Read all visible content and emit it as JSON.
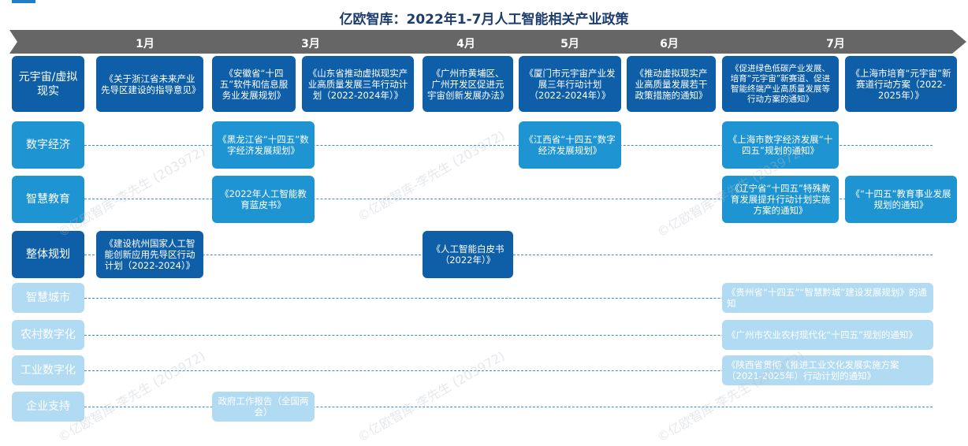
{
  "title": "亿欧智库：2022年1-7月人工智能相关产业政策",
  "months": [
    "1月",
    "3月",
    "4月",
    "5月",
    "6月",
    "7月"
  ],
  "categories": [
    "元宇宙/虚拟现实",
    "数字经济",
    "智慧教育",
    "整体规划",
    "智慧城市",
    "农村数字化",
    "工业数字化",
    "企业支持"
  ],
  "policies": {
    "meta_jan": "《关于浙江省未来产业先导区建设的指导意见》",
    "meta_mar1": "《安徽省“十四五”软件和信息服务业发展规划》",
    "meta_mar2": "《山东省推动虚拟现实产业高质量发展三年行动计划（2022-2024年）》",
    "meta_apr": "《广州市黄埔区、广州开发区促进元宇宙创新发展办法》",
    "meta_may": "《厦门市元宇宙产业发展三年行动计划（2022-2024年）》",
    "meta_jun": "《推动虚拟现实产业高质量发展若干政策措施的通知》",
    "meta_jul1": "《促进绿色低碳产业发展、培育“元宇宙”新赛道、促进智能终端产业高质量发展等行动方案的通知》",
    "meta_jul2": "《上海市培育“元宇宙”新赛道行动方案（2022-2025年）》",
    "de_mar": "《黑龙江省“十四五”数字经济发展规划》",
    "de_may": "《江西省“十四五”数字经济发展规划》",
    "de_jul": "《上海市数字经济发展“十四五”规划的通知》",
    "edu_mar": "《2022年人工智能教育蓝皮书》",
    "edu_jul1": "《辽宁省“十四五”特殊教育发展提升行动计划实施方案的通知》",
    "edu_jul2": "《“十四五”教育事业发展规划的通知》",
    "plan_jan": "《建设杭州国家人工智能创新应用先导区行动计划（2022-2024）》",
    "plan_apr": "《人工智能白皮书（2022年）》",
    "city_jul": "《贵州省“十四五”“智慧黔城”建设发展规划》的通知",
    "rural_jul": "《广州市农业农村现代化“十四五”规划的通知》",
    "ind_jul": "《陕西省贯彻《推进工业文化发展实施方案（2021-2025年）行动计划的通知》",
    "ent_mar": "政府工作报告（全国两会）"
  },
  "watermark": "©亿欧智库-李先生 (203972)",
  "colors": {
    "dark": "#0e5fa8",
    "mid": "#1e94d2",
    "light": "#b1dbf3",
    "timeline": "#666666",
    "title": "#1c3d6e"
  }
}
